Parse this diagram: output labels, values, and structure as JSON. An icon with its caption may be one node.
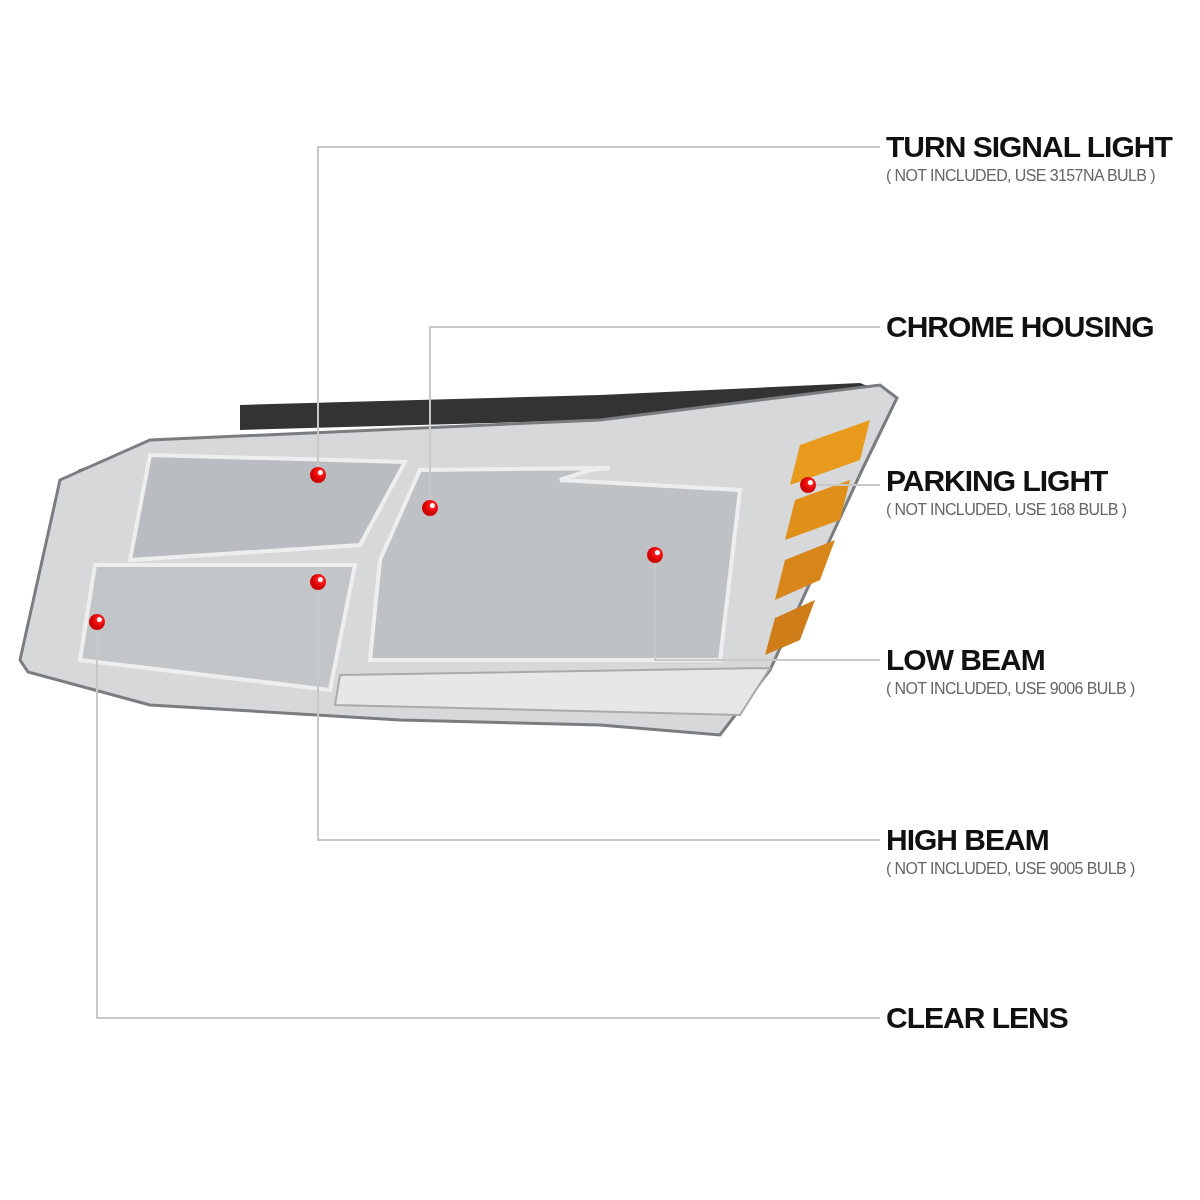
{
  "diagram": {
    "nodes": [
      {
        "text": [
          "TURN SIGNAL LIGHT",
          "( NOT INCLUDED, USE 3157NA BULB )"
        ]
      },
      {
        "text": [
          "CHROME HOUSING"
        ]
      },
      {
        "text": [
          "PARKING LIGHT",
          "( NOT INCLUDED, USE 168 BULB )"
        ]
      },
      {
        "text": [
          "LOW BEAM",
          "( NOT INCLUDED, USE 9006 BULB )"
        ]
      },
      {
        "text": [
          "HIGH BEAM",
          "( NOT INCLUDED, USE 9005 BULB )"
        ]
      },
      {
        "text": [
          "CLEAR LENS"
        ]
      },
      {
        "text": [],
        "shape": "circle"
      },
      {
        "text": [],
        "shape": "circle"
      },
      {
        "text": [],
        "shape": "circle"
      },
      {
        "text": [],
        "shape": "circle"
      },
      {
        "text": [],
        "shape": "circle"
      },
      {
        "text": [],
        "shape": "circle"
      }
    ],
    "edges": [
      {
        "from": 0,
        "to": 7,
        "arrow": "none"
      },
      {
        "from": 1,
        "to": 9,
        "arrow": "none"
      },
      {
        "from": 2,
        "to": 11,
        "arrow": "none"
      },
      {
        "from": 3,
        "to": 10,
        "arrow": "none"
      },
      {
        "from": 4,
        "to": 8,
        "arrow": "none"
      },
      {
        "from": 5,
        "to": 6,
        "arrow": "none"
      }
    ]
  }
}
